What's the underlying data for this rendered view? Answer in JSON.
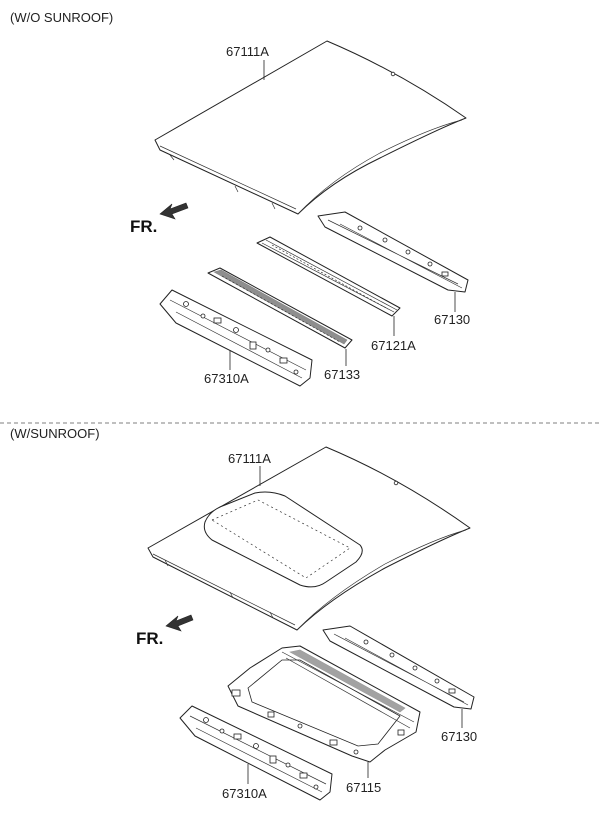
{
  "sections": [
    {
      "heading": "(W/O SUNROOF)",
      "front_marker": "FR.",
      "parts": {
        "roof_panel": "67111A",
        "rear_rail": "67130",
        "center_bow": "67121A",
        "front_bow": "67133",
        "front_rail": "67310A"
      }
    },
    {
      "heading": "(W/SUNROOF)",
      "front_marker": "FR.",
      "parts": {
        "roof_panel": "67111A",
        "rear_rail": "67130",
        "sunroof_frame": "67115",
        "front_rail": "67310A"
      }
    }
  ],
  "colors": {
    "line": "#222222",
    "background": "#ffffff"
  }
}
